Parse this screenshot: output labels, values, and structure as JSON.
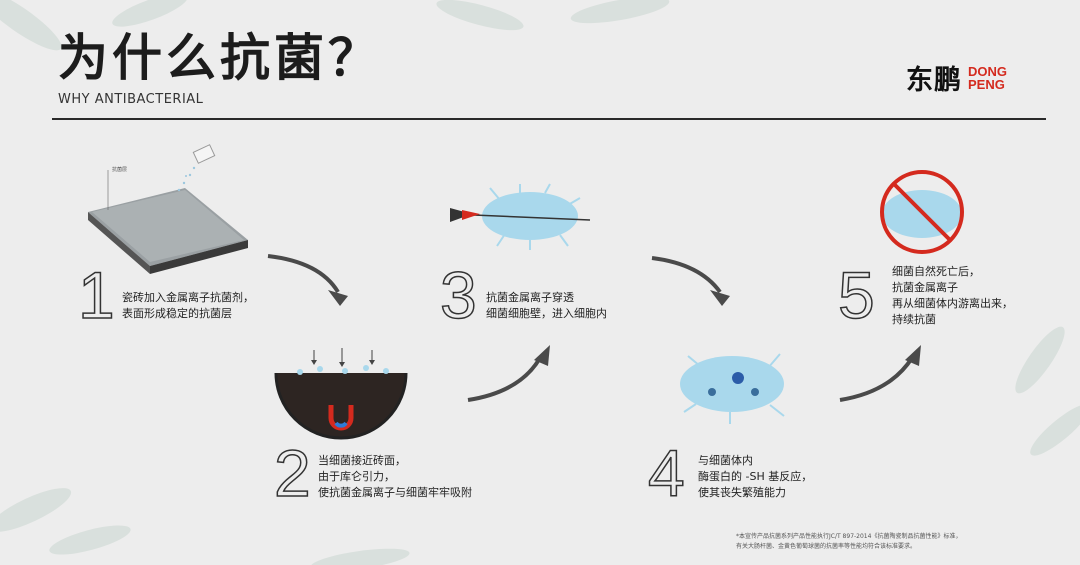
{
  "header": {
    "title": "为什么抗菌？",
    "subtitle": "WHY ANTIBACTERIAL",
    "logo": {
      "cn": "东鹏",
      "en_line1": "DONG",
      "en_line2": "PENG"
    }
  },
  "steps": [
    {
      "num": "1",
      "text": "瓷砖加入金属离子抗菌剂，\n表面形成稳定的抗菌层",
      "tile_label": "抗菌层"
    },
    {
      "num": "2",
      "text": "当细菌接近砖面，\n由于库仑引力，\n使抗菌金属离子与细菌牢牢吸附"
    },
    {
      "num": "3",
      "text": "抗菌金属离子穿透\n细菌细胞壁，进入细胞内"
    },
    {
      "num": "4",
      "text": "与细菌体内\n酶蛋白的 -SH 基反应，\n使其丧失繁殖能力"
    },
    {
      "num": "5",
      "text": "细菌自然死亡后，\n抗菌金属离子\n再从细菌体内游离出来，\n持续抗菌"
    }
  ],
  "footnote": "*本宣传产品抗菌系列产品性能执行JC/T 897-2014《抗菌陶瓷制品抗菌性能》标准，\n有关大肠杆菌、金黄色葡萄球菌的抗菌率等性能均符合该标准要求。",
  "colors": {
    "accent": "#d42a1e",
    "bacteria": "#a9d8ec",
    "dark": "#2b2b2b"
  }
}
